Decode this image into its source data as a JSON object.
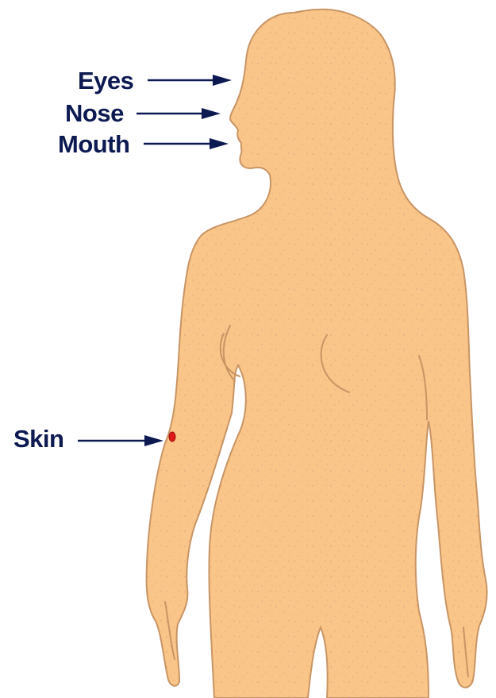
{
  "colors": {
    "skin_fill": "#f9c588",
    "skin_outline": "#c89565",
    "skin_speckle": "#d98b8b",
    "label_text": "#0d1a52",
    "pointer_line": "#0d1a52",
    "skin_marker": "#e01818"
  },
  "labels": {
    "eyes": "Eyes",
    "nose": "Nose",
    "mouth": "Mouth",
    "skin": "Skin"
  }
}
